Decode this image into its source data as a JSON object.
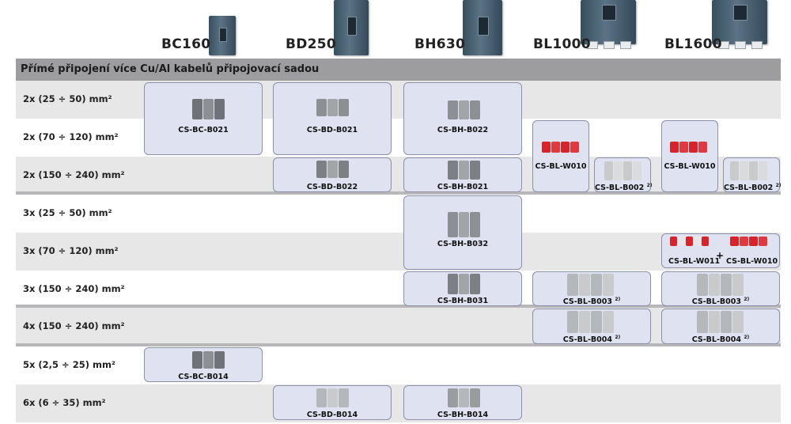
{
  "header": {
    "models": [
      "BC160",
      "BD250",
      "BH630",
      "BL1000",
      "BL1600"
    ]
  },
  "section_title": "Přímé připojení více Cu/Al kabelů připojovací sadou",
  "rows": [
    "2x (25 ÷ 50) mm²",
    "2x (70 ÷ 120) mm²",
    "2x (150 ÷ 240) mm²",
    "3x (25 ÷ 50) mm²",
    "3x (70 ÷ 120) mm²",
    "3x (150 ÷ 240) mm²",
    "4x (150 ÷ 240) mm²",
    "5x (2,5 ÷ 25) mm²",
    "6x (6 ÷ 35) mm²"
  ],
  "kits": {
    "bc_b021": "CS-BC-B021",
    "bd_b021": "CS-BD-B021",
    "bh_b022": "CS-BH-B022",
    "bl1000_w010": "CS-BL-W010",
    "bl1000_b002": "CS-BL-B002",
    "bl1600_w010": "CS-BL-W010",
    "bl1600_b002": "CS-BL-B002",
    "bd_b022": "CS-BD-B022",
    "bh_b021": "CS-BH-B021",
    "bh_b032": "CS-BH-B032",
    "bl1600_w011": "CS-BL-W011",
    "plus": "+",
    "bl1600_w010b": "CS-BL-W010",
    "bh_b031": "CS-BH-B031",
    "bl1000_b003": "CS-BL-B003",
    "bl1600_b003": "CS-BL-B003",
    "bl1000_b004": "CS-BL-B004",
    "bl1600_b004": "CS-BL-B004",
    "bc_b014": "CS-BC-B014",
    "bd_b014": "CS-BD-B014",
    "bh_b014": "CS-BH-B014"
  },
  "footnote_mark": "2)",
  "colors": {
    "section_bar": "#9d9d9f",
    "row_alt": "#e7e7e8",
    "kit_box": "#dfe2f0",
    "kit_border": "#8d90a8",
    "red_busbar": "#d8232a",
    "metal_part": "#8c8f93"
  }
}
